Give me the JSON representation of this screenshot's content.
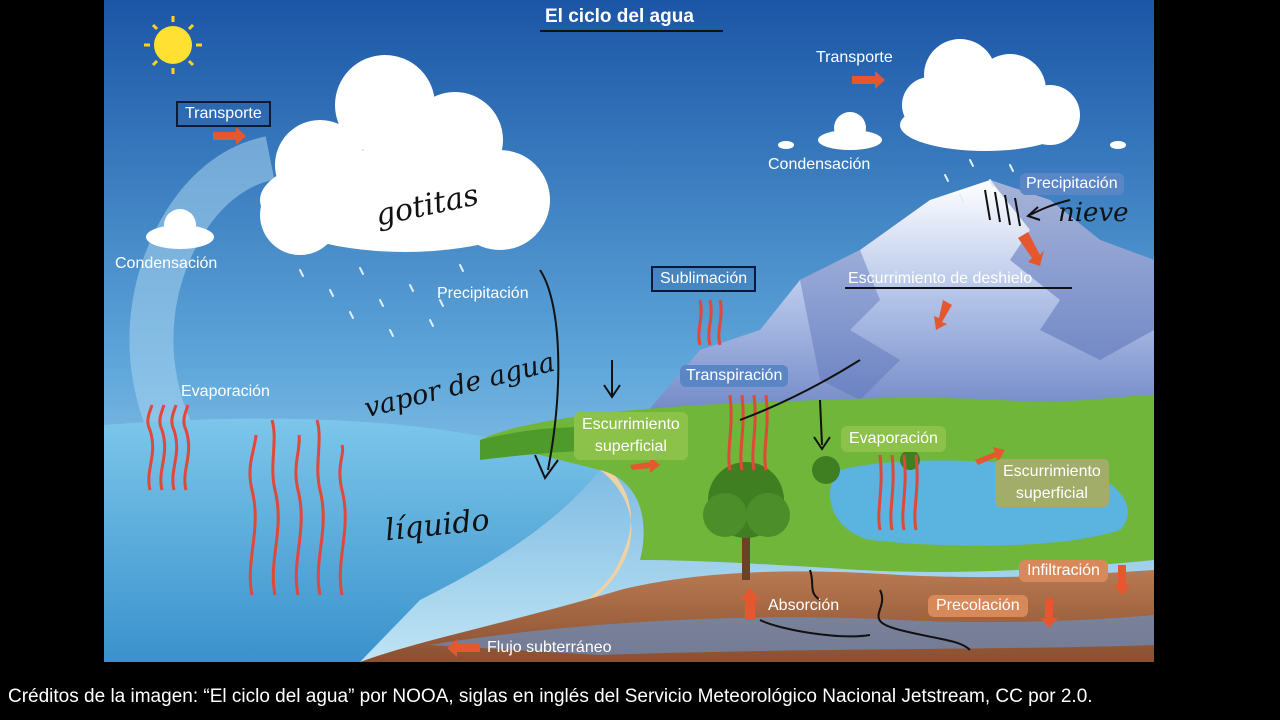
{
  "title": "El ciclo del agua",
  "labels": {
    "transporte_left": "Transporte",
    "transporte_right": "Transporte",
    "condensacion_left": "Condensación",
    "condensacion_right": "Condensación",
    "precipitacion_left": "Precipitación",
    "precipitacion_right": "Precipitación",
    "evaporacion_ocean": "Evaporación",
    "evaporacion_lake": "Evaporación",
    "sublimacion": "Sublimación",
    "transpiracion": "Transpiración",
    "escurrimiento_deshielo": "Escurrimiento de deshielo",
    "escurrimiento_sup_1": "Escurrimiento",
    "escurrimiento_sup_2": "superficial",
    "escurrimiento_sup_right_1": "Escurrimiento",
    "escurrimiento_sup_right_2": "superficial",
    "absorcion": "Absorción",
    "infiltracion": "Infiltración",
    "precolacion": "Precolación",
    "flujo_subterraneo": "Flujo subterráneo"
  },
  "handwritten": {
    "gotitas": "gotitas",
    "vapor": "vapor de agua",
    "liquido": "líquido",
    "nieve": "nieve"
  },
  "credits": "Créditos de la imagen: “El ciclo del agua” por NOOA, siglas en inglés del Servicio Meteorológico Nacional Jetstream, CC por 2.0.",
  "colors": {
    "sky_top": "#1f5fae",
    "sky_bottom": "#a9d8f0",
    "ocean": "#6ab8e2",
    "arrow_red": "#e0483a",
    "arrow_orange": "#e5572f"
  }
}
